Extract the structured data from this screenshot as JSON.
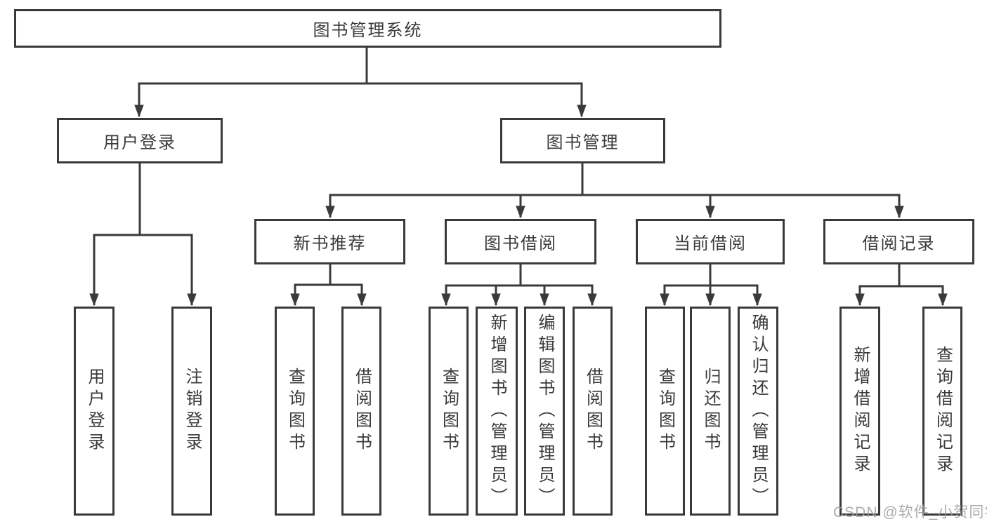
{
  "colors": {
    "line": "#3a3a3a",
    "box_border": "#3a3a3a",
    "box_background": "#ffffff",
    "text": "#3a3a3a",
    "watermark": "#9e9e9e"
  },
  "diagram": {
    "type": "hierarchy-tree",
    "root": {
      "label": "图书管理系统",
      "children": [
        {
          "label": "用户登录",
          "children": [
            {
              "label": "用户登录"
            },
            {
              "label": "注销登录"
            }
          ]
        },
        {
          "label": "图书管理",
          "children": [
            {
              "label": "新书推荐",
              "children": [
                {
                  "label": "查询图书"
                },
                {
                  "label": "借阅图书"
                }
              ]
            },
            {
              "label": "图书借阅",
              "children": [
                {
                  "label": "查询图书"
                },
                {
                  "label": "新增图书（管理员）"
                },
                {
                  "label": "编辑图书（管理员）"
                },
                {
                  "label": "借阅图书"
                }
              ]
            },
            {
              "label": "当前借阅",
              "children": [
                {
                  "label": "查询图书"
                },
                {
                  "label": "归还图书"
                },
                {
                  "label": "确认归还（管理员）"
                }
              ]
            },
            {
              "label": "借阅记录",
              "children": [
                {
                  "label": "新增借阅记录"
                },
                {
                  "label": "查询借阅记录"
                }
              ]
            }
          ]
        }
      ]
    }
  },
  "watermark": {
    "text": "CSDN @软件_小贺同学"
  }
}
